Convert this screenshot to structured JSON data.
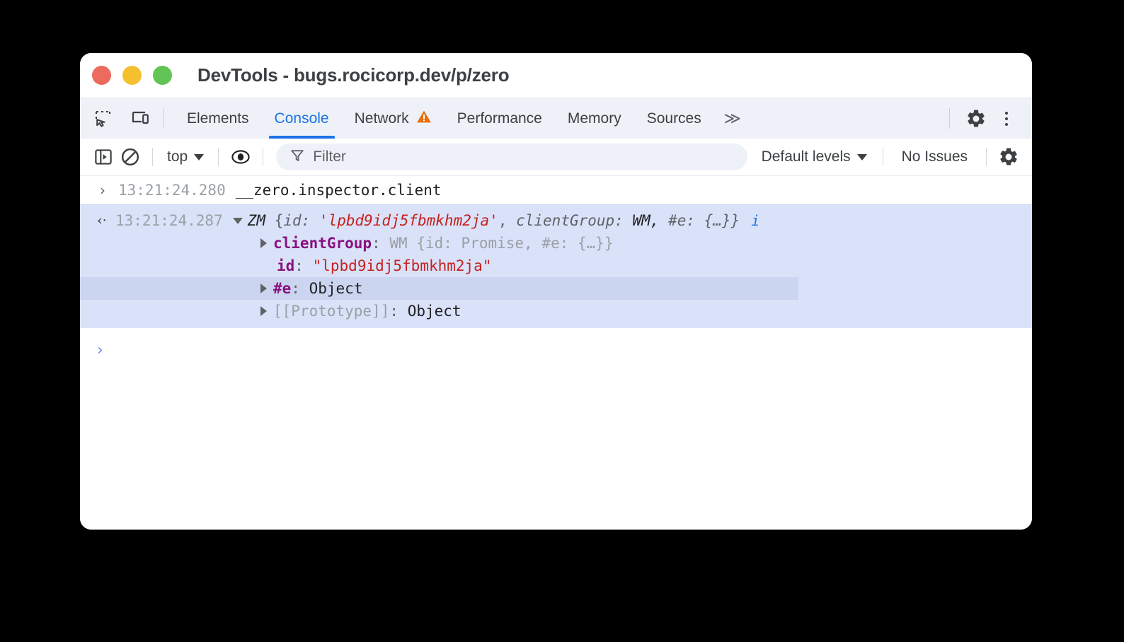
{
  "window": {
    "title": "DevTools - bugs.rocicorp.dev/p/zero",
    "traffic_lights": [
      {
        "name": "close",
        "color": "#ed6a5e"
      },
      {
        "name": "minimize",
        "color": "#f4c030"
      },
      {
        "name": "maximize",
        "color": "#61c455"
      }
    ]
  },
  "tabbar": {
    "left_icons": [
      {
        "name": "inspect-element-icon",
        "label": "Inspect element"
      },
      {
        "name": "device-toolbar-icon",
        "label": "Toggle device toolbar"
      }
    ],
    "tabs": [
      {
        "label": "Elements",
        "active": false,
        "warning": false
      },
      {
        "label": "Console",
        "active": true,
        "warning": false
      },
      {
        "label": "Network",
        "active": false,
        "warning": true
      },
      {
        "label": "Performance",
        "active": false,
        "warning": false
      },
      {
        "label": "Memory",
        "active": false,
        "warning": false
      },
      {
        "label": "Sources",
        "active": false,
        "warning": false
      }
    ],
    "more_tabs_label": "≫",
    "settings_icon": "gear-icon",
    "kebab_icon": "more-options-icon",
    "active_tab_color": "#1a73e8",
    "warning_color": "#e8710a"
  },
  "console_toolbar": {
    "sidebar_icon": "console-sidebar-icon",
    "clear_icon": "clear-console-icon",
    "context": "top",
    "eye_icon": "live-expression-icon",
    "filter": {
      "icon": "filter-icon",
      "placeholder": "Filter",
      "value": ""
    },
    "levels": "Default levels",
    "issues": "No Issues",
    "settings_icon": "console-settings-icon"
  },
  "console": {
    "input_message": {
      "chevron": "›",
      "timestamp": "13:21:24.280",
      "expression": "__zero.inspector.client"
    },
    "result_message": {
      "chevron": "‹·",
      "timestamp": "13:21:24.287",
      "class_name": "ZM",
      "preview": {
        "open_brace": "{",
        "key1": "id:",
        "val1": "'lpbd9idj5fbmkhm2ja'",
        "sep1": ",",
        "key2": "clientGroup:",
        "val2": "WM,",
        "key3": "#e:",
        "val3": "{…}}"
      },
      "info_badge": "i",
      "properties": [
        {
          "name": "clientGroup",
          "name_style": "magenta-bold",
          "separator": ":",
          "value": "WM {id: Promise, #e: {…}}",
          "expandable": true,
          "highlighted": false
        },
        {
          "name": "id",
          "name_style": "magenta-bold",
          "separator": ":",
          "value": "\"lpbd9idj5fbmkhm2ja\"",
          "expandable": false,
          "highlighted": false
        },
        {
          "name": "#e",
          "name_style": "magenta-bold",
          "separator": ":",
          "value": "Object",
          "expandable": true,
          "highlighted": true
        },
        {
          "name": "[[Prototype]]",
          "name_style": "gray",
          "separator": ":",
          "value": "Object",
          "expandable": true,
          "highlighted": false
        }
      ]
    },
    "prompt": {
      "chevron": "›",
      "value": ""
    },
    "result_bg": "#dae2f9",
    "highlight_bg": "#ccd5ef",
    "string_color": "#c5221f",
    "property_color": "#881280"
  }
}
